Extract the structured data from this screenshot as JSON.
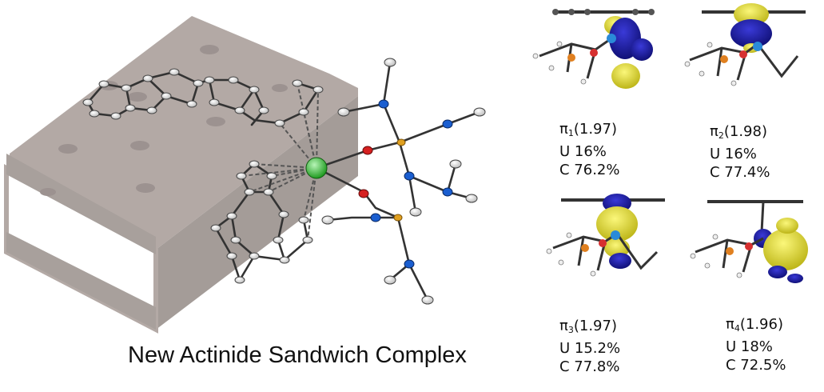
{
  "caption": "New Actinide Sandwich Complex",
  "orbitals": [
    {
      "symbol": "π",
      "index": "1",
      "occupancy": "(1.97)",
      "u_line": "U 16%",
      "c_line": "C 76.2%"
    },
    {
      "symbol": "π",
      "index": "2",
      "occupancy": "(1.98)",
      "u_line": "U 16%",
      "c_line": "C 77.4%"
    },
    {
      "symbol": "π",
      "index": "3",
      "occupancy": "(1.97)",
      "u_line": "U 15.2%",
      "c_line": "C 77.8%"
    },
    {
      "symbol": "π",
      "index": "4",
      "occupancy": "(1.96)",
      "u_line": "U 18%",
      "c_line": "C 72.5%"
    }
  ],
  "colors": {
    "slab_top": "#b3a9a5",
    "slab_side": "#a8a09c",
    "slab_front": "#ffffff",
    "uranium_atom": "#3cc43c",
    "oxygen_atom": "#d62020",
    "nitrogen_atom": "#1a5ed0",
    "phosphorus_atom": "#e0a020",
    "carbon_atom": "#d8d8d8",
    "lobe_blue": "#1a1aa8",
    "lobe_yellow": "#e8e020"
  }
}
